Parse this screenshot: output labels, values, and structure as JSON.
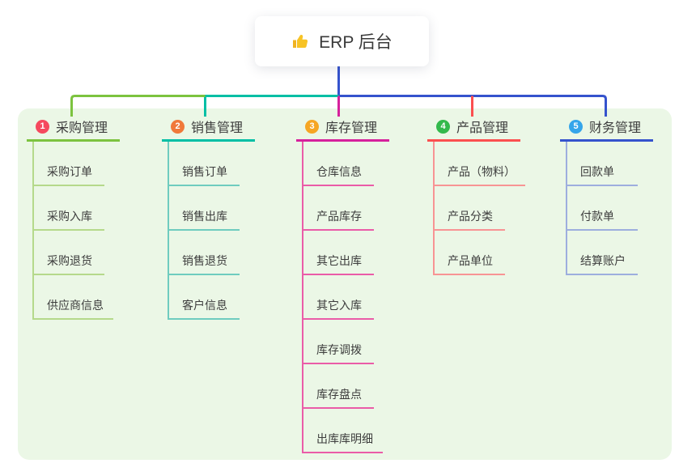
{
  "root": {
    "title": "ERP 后台",
    "icon": "thumbs-up"
  },
  "panel": {
    "background": "#ebf7e6"
  },
  "text_color": "#3d3d3d",
  "branches": [
    {
      "number": "1",
      "label": "采购管理",
      "badge_color": "#f5495e",
      "line_color": "#7cc33f",
      "child_line_color": "#b5d98b",
      "children": [
        "采购订单",
        "采购入库",
        "采购退货",
        "供应商信息"
      ]
    },
    {
      "number": "2",
      "label": "销售管理",
      "badge_color": "#f0793a",
      "line_color": "#00bfa5",
      "child_line_color": "#6fccbf",
      "children": [
        "销售订单",
        "销售出库",
        "销售退货",
        "客户信息"
      ]
    },
    {
      "number": "3",
      "label": "库存管理",
      "badge_color": "#f6a623",
      "line_color": "#d6219c",
      "child_line_color": "#ea5ca8",
      "children": [
        "仓库信息",
        "产品库存",
        "其它出库",
        "其它入库",
        "库存调拨",
        "库存盘点",
        "出库库明细"
      ]
    },
    {
      "number": "4",
      "label": "产品管理",
      "badge_color": "#33b94c",
      "line_color": "#fb4f4f",
      "child_line_color": "#f89494",
      "children": [
        "产品（物料）",
        "产品分类",
        "产品单位"
      ]
    },
    {
      "number": "5",
      "label": "财务管理",
      "badge_color": "#35a5ea",
      "line_color": "#3553cd",
      "child_line_color": "#9daede",
      "children": [
        "回款单",
        "付款单",
        "结算账户"
      ]
    }
  ]
}
